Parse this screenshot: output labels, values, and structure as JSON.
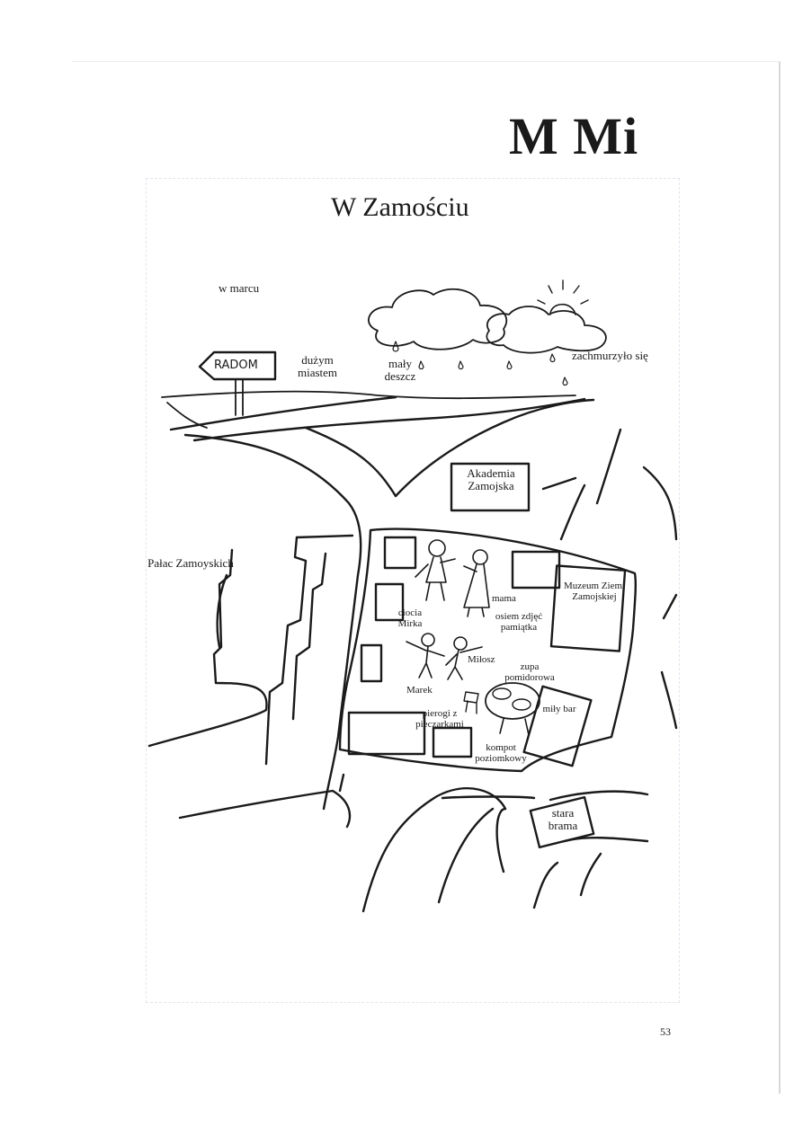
{
  "page": {
    "heading": "M Mi",
    "title": "W Zamościu",
    "page_number": "53"
  },
  "map": {
    "labels": {
      "month": "w marcu",
      "sign": "RADOM",
      "big_city": "dużym miastem",
      "rain": "mały deszcz",
      "clouded": "zachmurzyło się",
      "academy": "Akademia Zamojska",
      "palace": "Pałac Zamoyskich",
      "museum": "Muzeum Ziemi Zamojskiej",
      "aunt": "ciocia Mirka",
      "mom": "mama",
      "photos": "osiem zdjęć pamiątka",
      "milosz": "Miłosz",
      "marek": "Marek",
      "soup": "zupa pomidorowa",
      "pierogi": "pierogi z pieczarkami",
      "compote": "kompot poziomkowy",
      "bar": "miły bar",
      "gate": "stara brama"
    }
  }
}
